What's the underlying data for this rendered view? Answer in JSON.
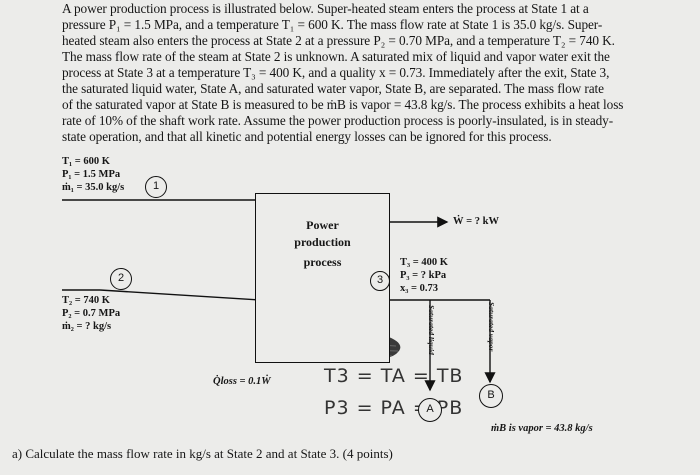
{
  "problem": {
    "lines": [
      "A power production process is illustrated below. Super-heated steam enters the process at State 1 at a",
      "pressure P₁ = 1.5 MPa, and a temperature T₁ = 600 K. The mass flow rate at State 1 is 35.0 kg/s. Super-",
      "heated steam also enters the process at State 2 at a pressure P₂ = 0.70 MPa, and a temperature T₂ = 740 K.",
      "The mass flow rate of the steam at State 2 is unknown. A saturated mix of liquid and vapor water exit the",
      "process at State 3 at a temperature T₃ = 400 K, and a quality x = 0.73. Immediately after the exit, State 3,",
      "the saturated liquid water, State A, and saturated water vapor, State B, are separated. The mass flow rate",
      "of the saturated vapor at State B is measured to be ṁB is vapor = 43.8 kg/s. The process exhibits a heat loss",
      "rate of 10% of the shaft work rate. Assume the power production process is poorly-insulated, is in steady-",
      "state operation, and that all kinetic and potential energy losses can be ignored for this process."
    ]
  },
  "diagram": {
    "state1": {
      "number": "1",
      "T": "T₁ = 600 K",
      "P": "P₁ = 1.5 MPa",
      "m": "ṁ₁ = 35.0 kg/s"
    },
    "state2": {
      "number": "2",
      "T": "T₂ = 740 K",
      "P": "P₂ = 0.7 MPa",
      "m": "ṁ₂ = ? kg/s"
    },
    "state3": {
      "number": "3",
      "T": "T₃ = 400 K",
      "P": "P₃ = ? kPa",
      "x": "x₃ = 0.73"
    },
    "box_lines": [
      "Power",
      "production",
      "process"
    ],
    "work": "Ẇ = ? kW",
    "heat_loss": "Q̇loss = 0.1Ẇ",
    "sat_liquid": "Saturated liquid",
    "sat_vapor": "Saturated vapor",
    "stateA": "A",
    "stateB": "B",
    "mB": "ṁB is vapor = 43.8 kg/s",
    "handwriting": {
      "line1": "T3 = TA = TB",
      "line2": "P3 = PA = PB"
    }
  },
  "question": "a) Calculate the mass flow rate in kg/s at State 2 and at State 3. (4 points)"
}
